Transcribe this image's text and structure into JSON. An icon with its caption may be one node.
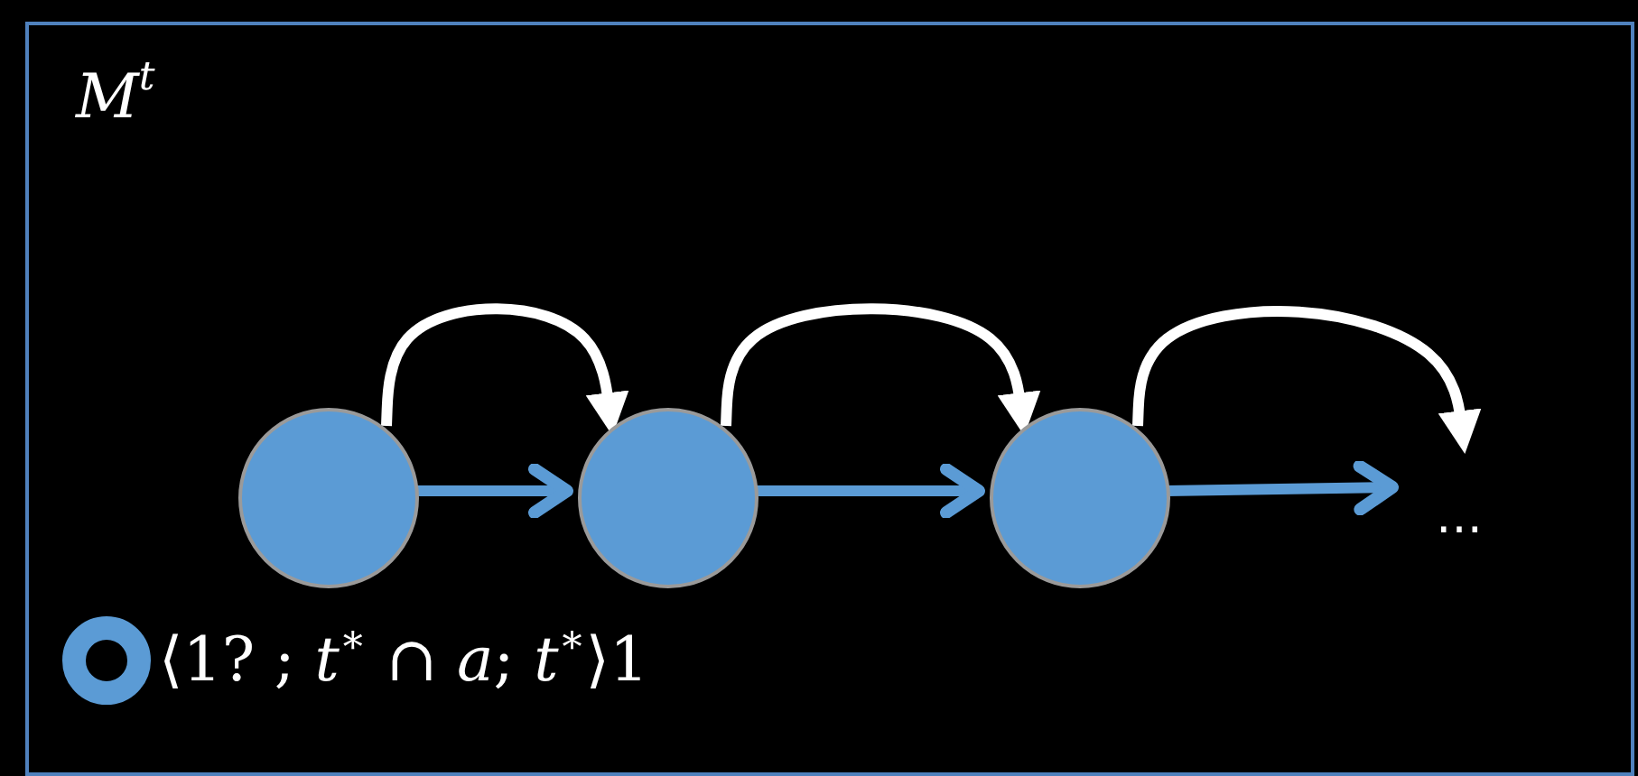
{
  "diagram": {
    "nodes": [
      {
        "text": [
          "M$^{t}$"
        ]
      },
      {
        "text": [],
        "shape": "circle",
        "in": 0
      },
      {
        "text": [],
        "shape": "circle",
        "in": 0
      },
      {
        "text": [],
        "shape": "circle",
        "in": 0
      }
    ],
    "edges": [
      {
        "from": 1,
        "to": 2,
        "arrow": "to",
        "color": "#ffffff"
      },
      {
        "from": 2,
        "to": 3,
        "arrow": "to",
        "color": "#ffffff"
      },
      {
        "from": 3,
        "to": null,
        "arrow": "to",
        "color": "#ffffff"
      },
      {
        "from": 1,
        "to": 2,
        "arrow": "to",
        "color": "#5b9bd5"
      },
      {
        "from": 2,
        "to": 3,
        "arrow": "to",
        "color": "#5b9bd5"
      },
      {
        "from": 3,
        "to": null,
        "arrow": "to",
        "color": "#5b9bd5"
      }
    ],
    "labels": [
      "…"
    ],
    "legend": [
      {
        "text": "⟨1? ; *t*$^{∗}$ ∩ *a*; *t*$^{∗}$⟩1"
      }
    ]
  }
}
